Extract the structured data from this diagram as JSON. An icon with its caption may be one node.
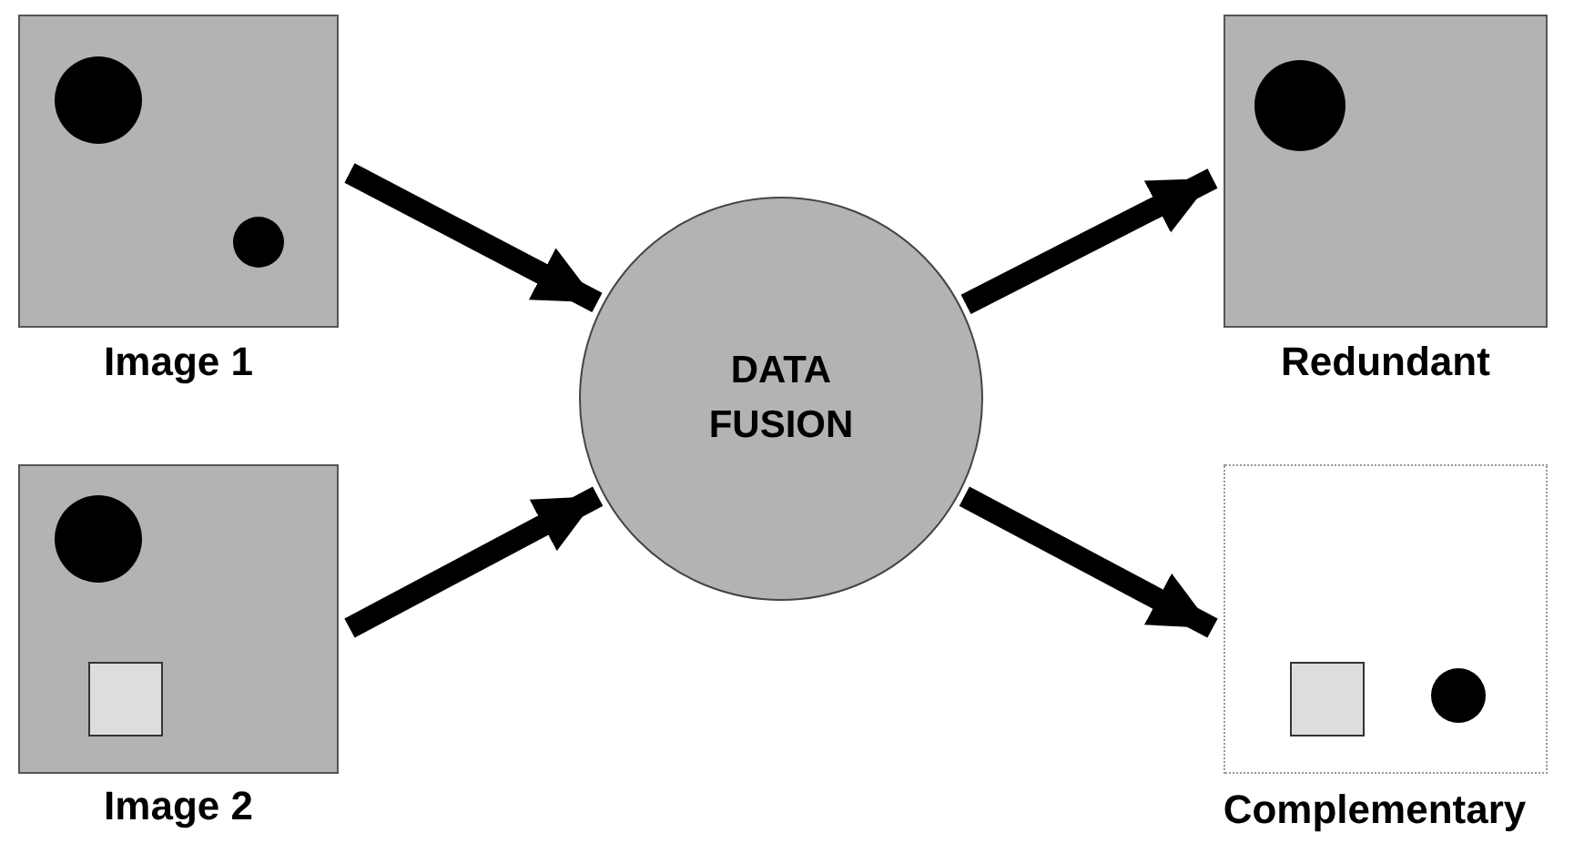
{
  "diagram": {
    "nodes": [
      {
        "text": [],
        "shape": "box",
        "beside": [
          "Image 1"
        ]
      },
      {
        "text": [],
        "shape": "box",
        "beside": [
          "Image 2"
        ]
      },
      {
        "text": [
          "DATA FUSION"
        ]
      },
      {
        "text": [],
        "shape": "box",
        "beside": [
          "Redundant"
        ]
      },
      {
        "text": [],
        "shape": "box",
        "beside": [
          "Complementary"
        ]
      }
    ],
    "edges": [
      {
        "from": 0,
        "to": 2,
        "arrow": "to"
      },
      {
        "from": 1,
        "to": 2,
        "arrow": "to"
      },
      {
        "from": 2,
        "to": 3,
        "arrow": "to"
      },
      {
        "from": 2,
        "to": 4,
        "arrow": "to"
      }
    ]
  }
}
